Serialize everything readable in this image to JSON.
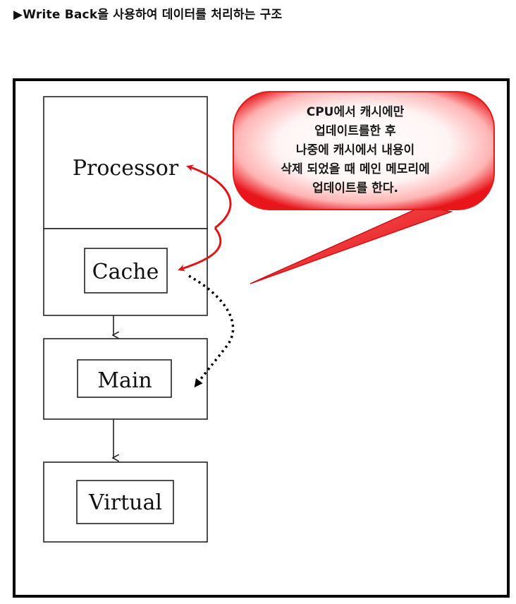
{
  "page": {
    "heading": "▶Write Back을 사용하여 데이터를 처리하는 구조"
  },
  "diagram": {
    "boxes": {
      "processor": "Processor",
      "cache": "Cache",
      "main": "Main",
      "virtual": "Virtual"
    },
    "callout": {
      "lines": [
        "CPU에서 캐시에만",
        "업데이트를한 후",
        "나중에 캐시에서 내용이",
        "삭제 되었을 때 메인 메모리에",
        "업데이트를 한다."
      ]
    }
  },
  "colors": {
    "callout_fill": "#ff3b3b",
    "callout_inner": "#ffe5e5",
    "arrow_red": "#e11414",
    "frame_border": "#000000"
  }
}
